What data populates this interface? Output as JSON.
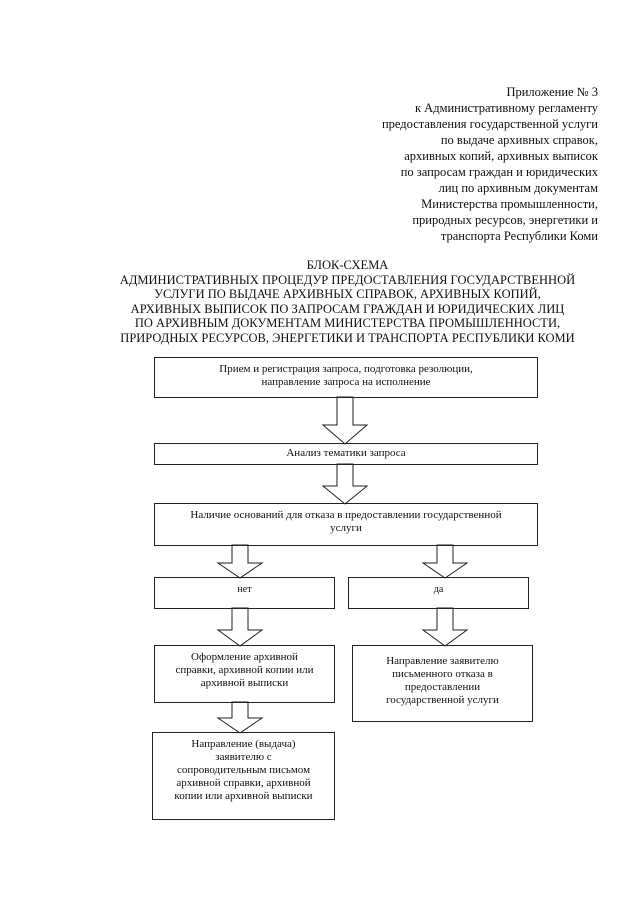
{
  "appendix": {
    "lines": [
      "Приложение № 3",
      "к Административному регламенту",
      "предоставления государственной услуги",
      "по выдаче архивных справок,",
      "архивных копий, архивных выписок",
      "по запросам граждан и юридических",
      "лиц по архивным документам",
      "Министерства промышленности,",
      "природных ресурсов, энергетики и",
      "транспорта Республики Коми"
    ]
  },
  "title": {
    "lines": [
      "БЛОК-СХЕМА",
      "АДМИНИСТРАТИВНЫХ ПРОЦЕДУР ПРЕДОСТАВЛЕНИЯ ГОСУДАРСТВЕННОЙ",
      "УСЛУГИ ПО ВЫДАЧЕ АРХИВНЫХ СПРАВОК, АРХИВНЫХ КОПИЙ,",
      "АРХИВНЫХ ВЫПИСОК ПО ЗАПРОСАМ ГРАЖДАН И ЮРИДИЧЕСКИХ ЛИЦ",
      "ПО АРХИВНЫМ ДОКУМЕНТАМ МИНИСТЕРСТВА ПРОМЫШЛЕННОСТИ,",
      "ПРИРОДНЫХ РЕСУРСОВ, ЭНЕРГЕТИКИ И ТРАНСПОРТА РЕСПУБЛИКИ КОМИ"
    ]
  },
  "flow": {
    "step1": {
      "lines": [
        "Прием и регистрация запроса, подготовка резолюции,",
        "направление  запроса на исполнение"
      ]
    },
    "step2": {
      "lines": [
        "Анализ тематики запроса"
      ]
    },
    "step3": {
      "lines": [
        "Наличие оснований для отказа в предоставлении государственной",
        "услуги"
      ]
    },
    "branch_no": {
      "lines": [
        "нет"
      ]
    },
    "branch_yes": {
      "lines": [
        "да"
      ]
    },
    "no_step1": {
      "lines": [
        "Оформление архивной",
        "справки, архивной копии или",
        "архивной выписки"
      ]
    },
    "yes_step1": {
      "lines": [
        "Направление заявителю",
        "письменного отказа в",
        "предоставлении",
        "государственной услуги"
      ]
    },
    "no_step2": {
      "lines": [
        "Направление (выдача)",
        "заявителю с",
        "сопроводительным письмом",
        "архивной справки, архивной",
        "копии или  архивной выписки"
      ]
    }
  }
}
